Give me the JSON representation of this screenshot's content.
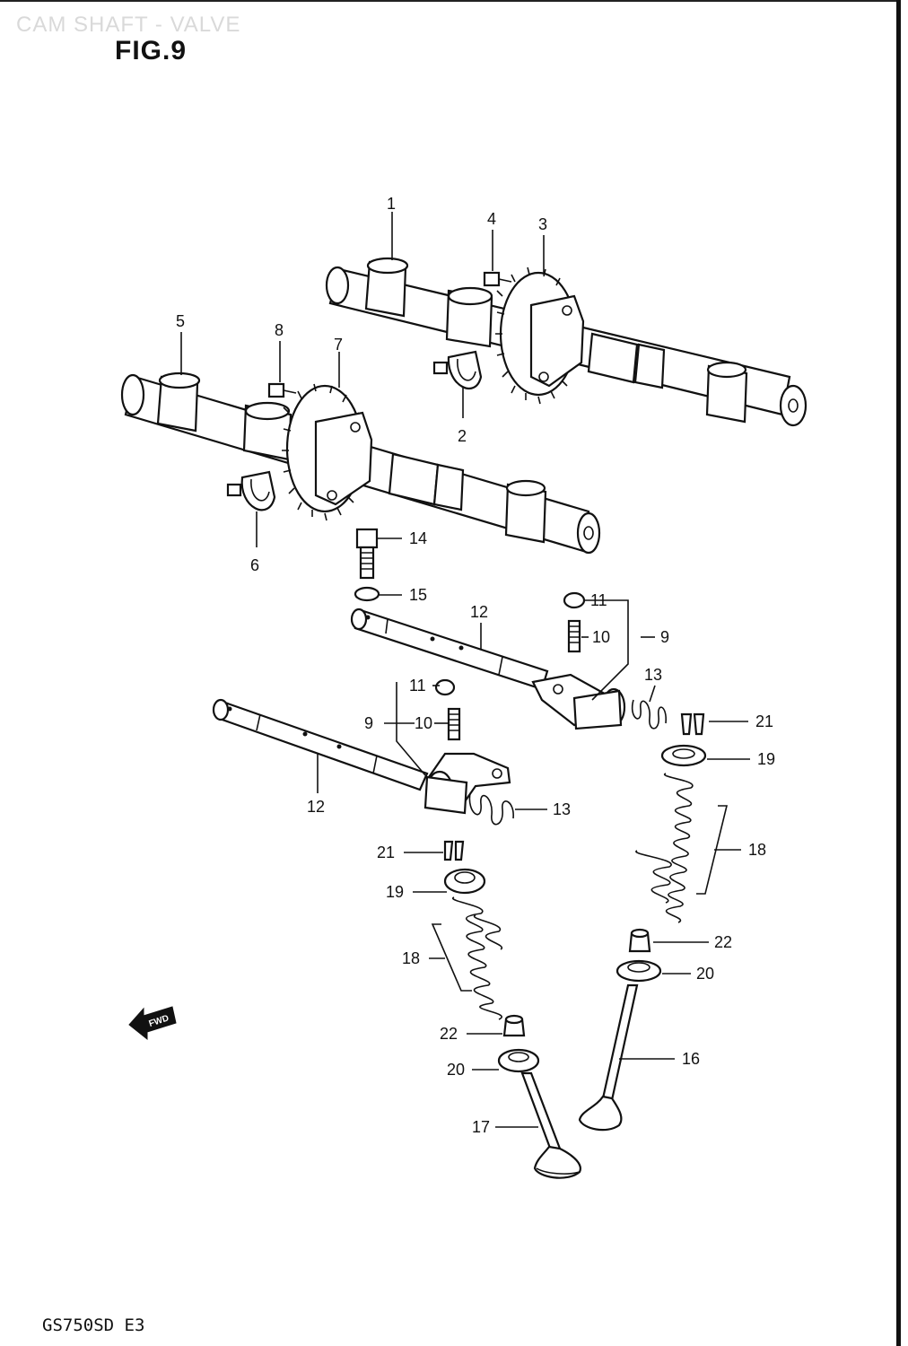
{
  "header": {
    "faded_title": "CAM SHAFT - VALVE",
    "figure_title": "FIG.9"
  },
  "footer": {
    "model_code": "GS750SD E3"
  },
  "direction_marker": {
    "icon": "fwd-arrow-icon",
    "label": "FWD"
  },
  "callouts": [
    {
      "id": "c1",
      "number": "1"
    },
    {
      "id": "c2",
      "number": "2"
    },
    {
      "id": "c3",
      "number": "3"
    },
    {
      "id": "c4",
      "number": "4"
    },
    {
      "id": "c5",
      "number": "5"
    },
    {
      "id": "c6",
      "number": "6"
    },
    {
      "id": "c7",
      "number": "7"
    },
    {
      "id": "c8",
      "number": "8"
    },
    {
      "id": "c9a",
      "number": "9"
    },
    {
      "id": "c9b",
      "number": "9"
    },
    {
      "id": "c10a",
      "number": "10"
    },
    {
      "id": "c10b",
      "number": "10"
    },
    {
      "id": "c11a",
      "number": "11"
    },
    {
      "id": "c11b",
      "number": "11"
    },
    {
      "id": "c12a",
      "number": "12"
    },
    {
      "id": "c12b",
      "number": "12"
    },
    {
      "id": "c13a",
      "number": "13"
    },
    {
      "id": "c13b",
      "number": "13"
    },
    {
      "id": "c14",
      "number": "14"
    },
    {
      "id": "c15",
      "number": "15"
    },
    {
      "id": "c16",
      "number": "16"
    },
    {
      "id": "c17",
      "number": "17"
    },
    {
      "id": "c18a",
      "number": "18"
    },
    {
      "id": "c18b",
      "number": "18"
    },
    {
      "id": "c19a",
      "number": "19"
    },
    {
      "id": "c19b",
      "number": "19"
    },
    {
      "id": "c20a",
      "number": "20"
    },
    {
      "id": "c20b",
      "number": "20"
    },
    {
      "id": "c21a",
      "number": "21"
    },
    {
      "id": "c21b",
      "number": "21"
    },
    {
      "id": "c22a",
      "number": "22"
    },
    {
      "id": "c22b",
      "number": "22"
    }
  ]
}
